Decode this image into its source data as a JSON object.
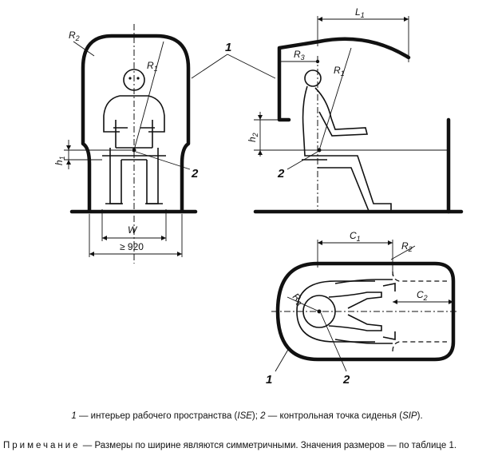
{
  "labels": {
    "callout_1": "1",
    "callout_2": "2",
    "R1": "R",
    "R1_sub": "1",
    "R2": "R",
    "R2_sub": "2",
    "R3": "R",
    "R3_sub": "3",
    "h1": "h",
    "h1_sub": "1",
    "h2": "h",
    "h2_sub": "2",
    "L1": "L",
    "L1_sub": "1",
    "C1": "C",
    "C1_sub": "1",
    "C2": "C",
    "C2_sub": "2",
    "W": "W",
    "min_width": "≥ 920"
  },
  "caption": {
    "num1": "1",
    "text1": " — интерьер рабочего пространства (",
    "ise": "ISE",
    "text2": "); ",
    "num2": "2",
    "text3": " — контрольная точка сиденья (",
    "sip": "SIP",
    "text4": ")."
  },
  "note": {
    "head": "Примечание",
    "body": " — Размеры по ширине являются симметричными. Значения размеров — по таблице 1."
  }
}
